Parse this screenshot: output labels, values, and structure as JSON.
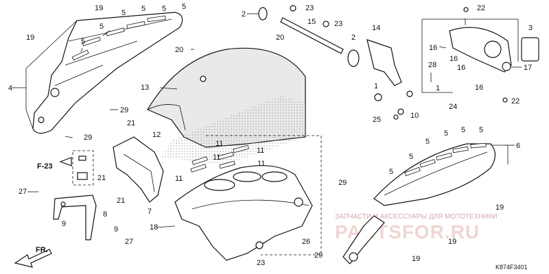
{
  "figure": {
    "code": "K874F3401",
    "watermark_caption": "ЗАПЧАСТИ И АКСЕССУАРЫ ДЛЯ МОТОТЕХНИКИ",
    "watermark_logo": "PARTSFOR.RU",
    "ref_tag": "F-23",
    "front_tag": "FR."
  },
  "callouts": {
    "c19a": "19",
    "c5a": "5",
    "c5b": "5",
    "c5c": "5",
    "c5d": "5",
    "c5e": "5",
    "c5f": "5",
    "c19b": "19",
    "c4": "4",
    "c20a": "20",
    "c20b": "20",
    "c13": "13",
    "c29a": "29",
    "c29b": "29",
    "c21a": "21",
    "c12": "12",
    "c21b": "21",
    "c21c": "21",
    "c27a": "27",
    "c9a": "9",
    "c8": "8",
    "c9b": "9",
    "c27b": "27",
    "c7": "7",
    "c2a": "2",
    "c23a": "23",
    "c15": "15",
    "c23b": "23",
    "c2b": "2",
    "c14": "14",
    "c28": "28",
    "c1a": "1",
    "c1b": "1",
    "c25": "25",
    "c10": "10",
    "c22a": "22",
    "c3": "3",
    "c16a": "16",
    "c16b": "16",
    "c16c": "16",
    "c16d": "16",
    "c17": "17",
    "c24": "24",
    "c22b": "22",
    "c11a": "11",
    "c11b": "11",
    "c11c": "11",
    "c11d": "11",
    "c11e": "11",
    "c18": "18",
    "c23c": "23",
    "c26": "26",
    "c29c": "29",
    "c29d": "29",
    "c6": "6",
    "c5g": "5",
    "c5h": "5",
    "c5i": "5",
    "c5j": "5",
    "c5k": "5",
    "c5l": "5",
    "c19c": "19",
    "c19d": "19",
    "c19e": "19"
  }
}
